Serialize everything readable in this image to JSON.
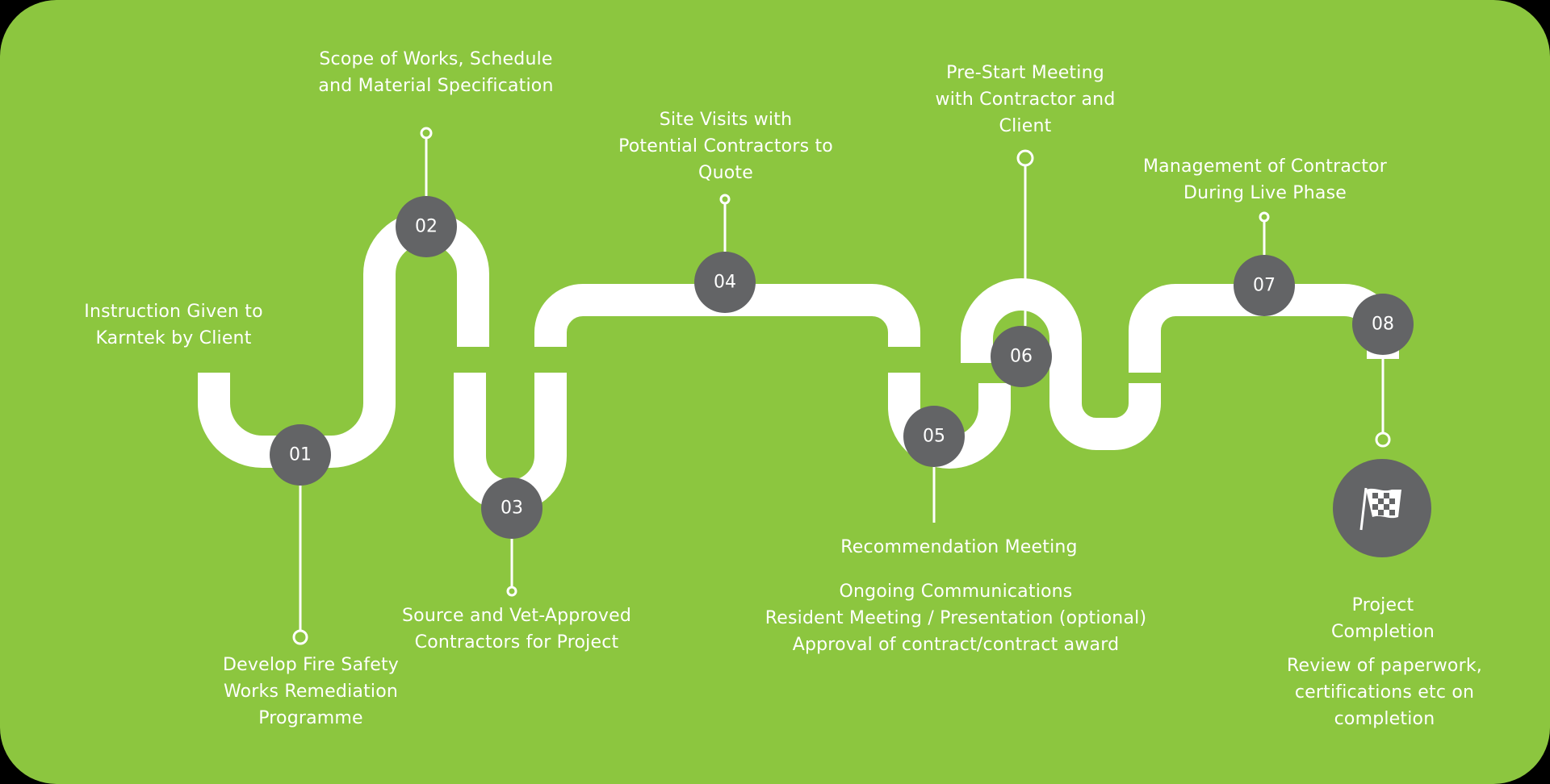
{
  "steps": [
    {
      "number": "01",
      "label_lines": [
        "Instruction Given to",
        "Karntek by Client"
      ]
    },
    {
      "number": "02",
      "label_lines": [
        "Scope of Works, Schedule",
        "and Material Specification"
      ]
    },
    {
      "number": "03",
      "label_lines": [
        "Source and Vet-Approved",
        "Contractors for Project"
      ]
    },
    {
      "number": "04",
      "label_lines": [
        "Site Visits with",
        "Potential Contractors to",
        "Quote"
      ]
    },
    {
      "number": "05",
      "label_lines": [
        "Recommendation Meeting"
      ]
    },
    {
      "number": "06",
      "label_lines": [
        "Pre-Start Meeting",
        "with Contractor and",
        "Client"
      ]
    },
    {
      "number": "07",
      "label_lines": [
        "Management of Contractor",
        "During Live Phase"
      ]
    },
    {
      "number": "08",
      "label_lines": []
    }
  ],
  "notes": {
    "develop_programme": [
      "Develop Fire Safety",
      "Works Remediation",
      "Programme"
    ],
    "ongoing": [
      "Ongoing Communications",
      "Resident Meeting / Presentation (optional)",
      "Approval of contract/contract award"
    ],
    "completion_title": [
      "Project",
      "Completion"
    ],
    "completion_detail": [
      "Review of paperwork,",
      "certifications etc on",
      "completion"
    ]
  },
  "finish_icon": "checkered-flag-icon",
  "colors": {
    "background": "#8cc63f",
    "pipe": "#ffffff",
    "node": "#636466",
    "text": "#ffffff"
  }
}
